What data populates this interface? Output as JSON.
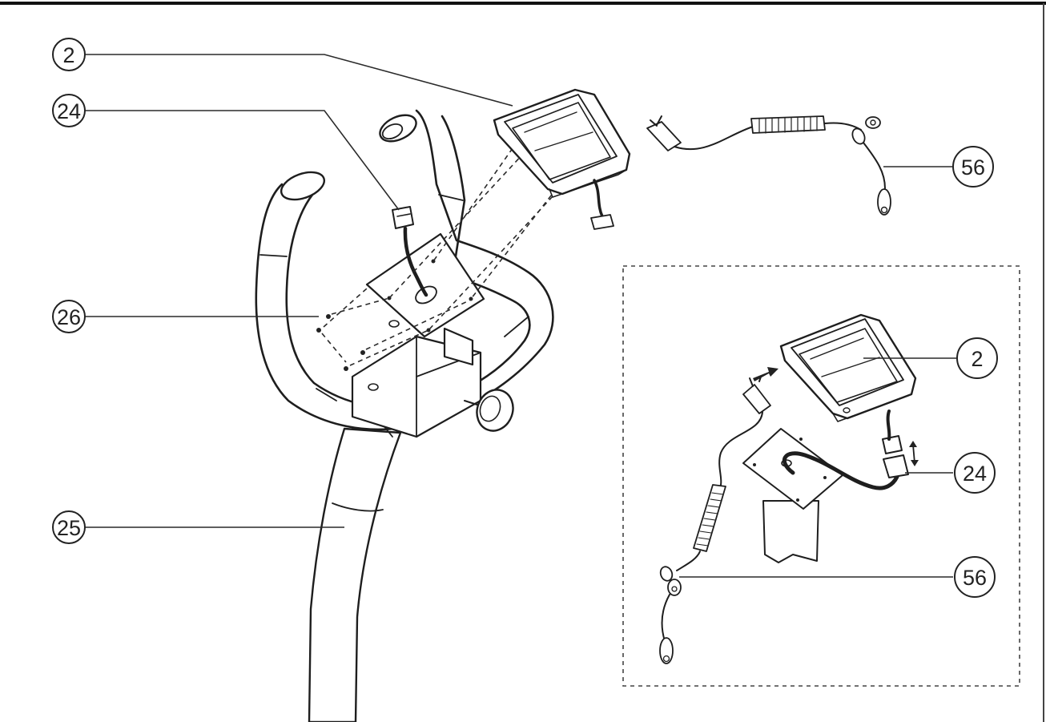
{
  "callouts": {
    "main_console": "2",
    "main_cable": "24",
    "main_screws": "26",
    "main_post": "25",
    "main_pulse_sensor": "56",
    "inset_console": "2",
    "inset_cable": "24",
    "inset_pulse_sensor": "56"
  }
}
